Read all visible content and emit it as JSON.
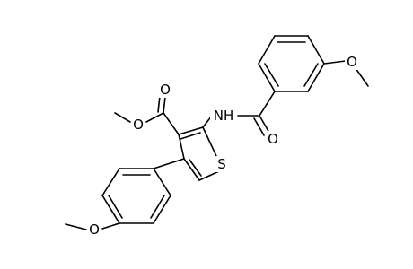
{
  "atoms": {
    "o_methoxy_top": "O",
    "nh": "NH",
    "o_carbonyl_amide": "O",
    "o_carbonyl_ester": "O",
    "o_ester": "O",
    "s_thiophene": "S",
    "o_methoxy_bottom": "O"
  },
  "colors": {
    "bond": "#000000",
    "label": "#000000",
    "background": "#ffffff"
  }
}
